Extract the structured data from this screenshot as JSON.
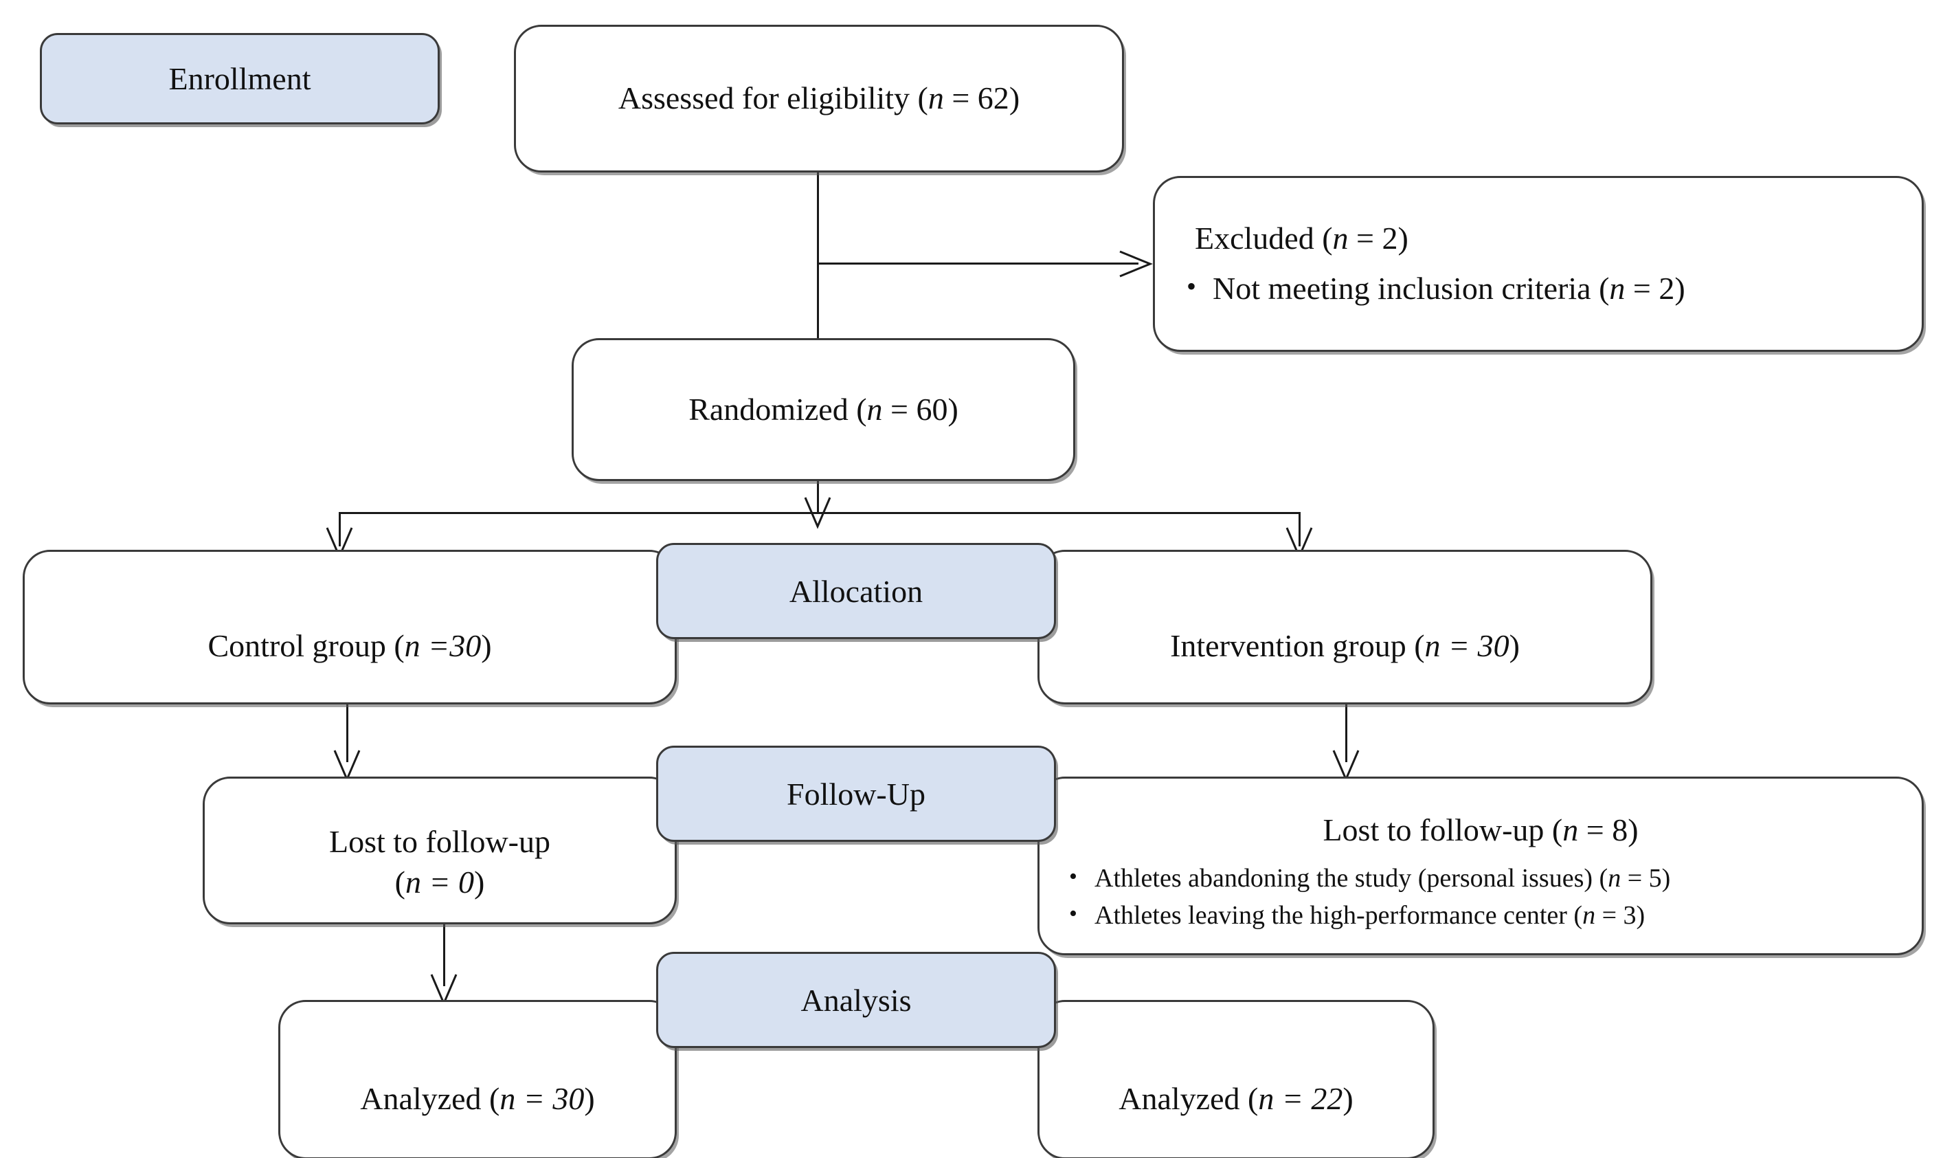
{
  "diagram": {
    "title": "CONSORT participant flow diagram",
    "accent_color": "#d7e1f1",
    "line_color": "#1a1a1a",
    "border_color": "#3a3a3a"
  },
  "stages": {
    "enrollment": "Enrollment",
    "allocation": "Allocation",
    "followup": "Follow-Up",
    "analysis": "Analysis"
  },
  "nodes": {
    "assessed": {
      "label": "Assessed for eligibility (",
      "var": "n",
      "eq": " = 62",
      "close": ")",
      "full_text": "Assessed for eligibility (n = 62)"
    },
    "excluded": {
      "heading_pre": "Excluded (",
      "heading_var": "n",
      "heading_eq": " = 2",
      "heading_close": ")",
      "heading_full": "Excluded (n = 2)",
      "bullet_marker": "•",
      "bullet_pre": "Not meeting inclusion criteria (",
      "bullet_var": "n",
      "bullet_eq": " = 2",
      "bullet_close": ")",
      "bullet_full": "Not meeting inclusion criteria (n = 2)"
    },
    "randomized": {
      "pre": "Randomized (",
      "var": "n",
      "eq": " = 60",
      "close": ")",
      "full_text": "Randomized (n = 60)"
    },
    "control_group": {
      "pre": "Control group (",
      "var": "n",
      "eq": " =30",
      "close": ")",
      "full_text": "Control group (n =30)"
    },
    "intervention_group": {
      "pre": "Intervention group (",
      "var": "n",
      "eq": " = 30",
      "close": ")",
      "full_text": "Intervention group (n = 30)"
    },
    "lost_control": {
      "line1": "Lost to follow-up",
      "line2_open": "(",
      "line2_var": "n",
      "line2_eq": " = 0",
      "line2_close": ")",
      "full_text": "Lost to follow-up (n = 0)"
    },
    "lost_intervention": {
      "heading_pre": "Lost to follow-up (",
      "heading_var": "n",
      "heading_eq": " = 8",
      "heading_close": ")",
      "heading_full": "Lost to follow-up (n = 8)",
      "bullet_marker": "•",
      "bullets": [
        {
          "pre": "Athletes abandoning the study (personal issues) (",
          "var": "n",
          "eq": " = 5",
          "close": ")",
          "full": "Athletes abandoning the study (personal issues) (n = 5)"
        },
        {
          "pre": "Athletes leaving the high-performance center (",
          "var": "n",
          "eq": " = 3",
          "close": ")",
          "full": "Athletes leaving the high-performance center (n = 3)"
        }
      ]
    },
    "analyzed_control": {
      "pre": "Analyzed (",
      "var": "n",
      "eq": " = 30",
      "close": ")",
      "full_text": "Analyzed (n = 30)"
    },
    "analyzed_intervention": {
      "pre": "Analyzed (",
      "var": "n",
      "eq": " = 22",
      "close": ")",
      "full_text": "Analyzed (n = 22)"
    }
  },
  "chart_data": {
    "type": "diagram",
    "title": "CONSORT flow of participants",
    "stages": [
      "Enrollment",
      "Allocation",
      "Follow-Up",
      "Analysis"
    ],
    "counts": {
      "assessed_for_eligibility": 62,
      "excluded_total": 2,
      "excluded_not_meeting_inclusion_criteria": 2,
      "randomized": 60,
      "control_group_allocated": 30,
      "intervention_group_allocated": 30,
      "control_lost_to_followup": 0,
      "intervention_lost_to_followup": 8,
      "intervention_lost_personal_issues": 5,
      "intervention_lost_left_center": 3,
      "control_analyzed": 30,
      "intervention_analyzed": 22
    }
  }
}
